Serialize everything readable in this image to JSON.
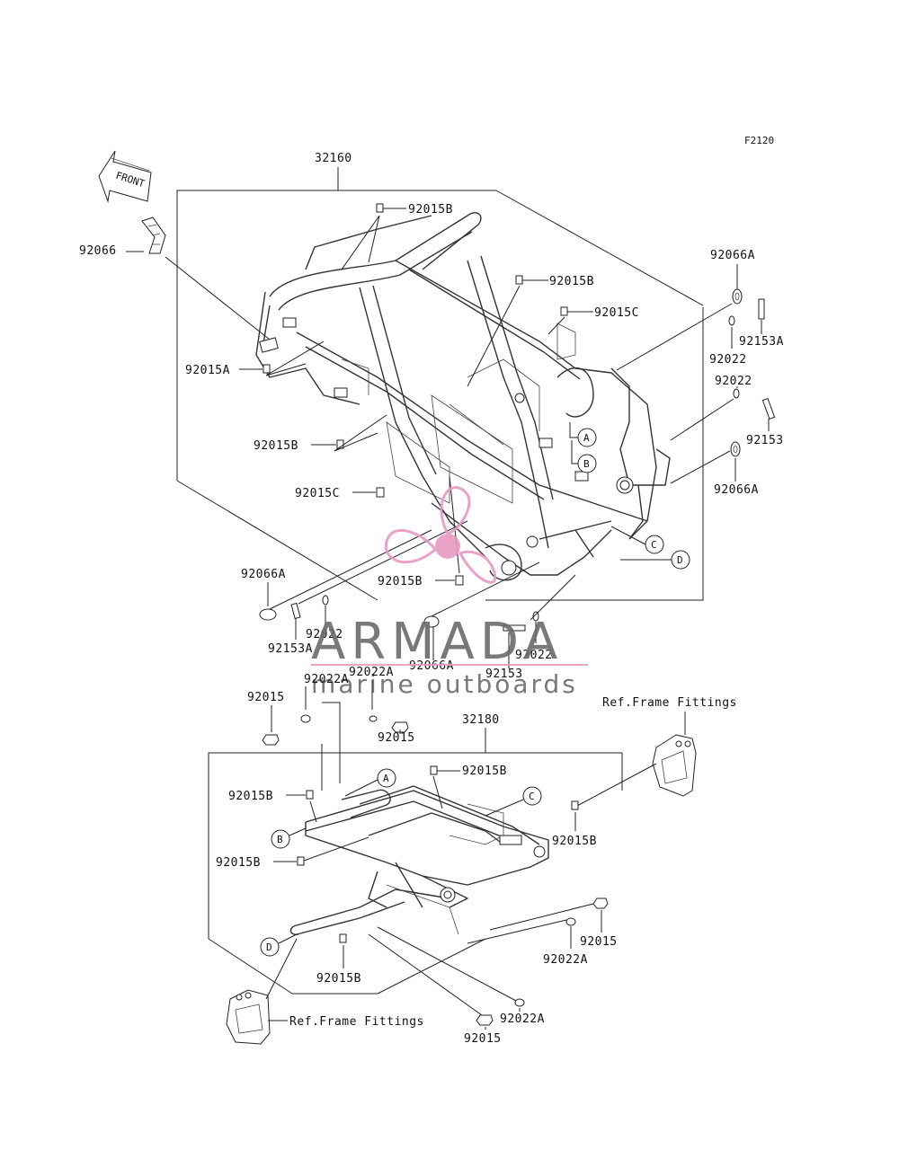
{
  "figure_code": "F2120",
  "front_arrow_label": "FRONT",
  "labels": {
    "main_frame": "32160",
    "sub_frame": "32180",
    "p92066": "92066",
    "p92066A": "92066A",
    "p92015": "92015",
    "p92015A": "92015A",
    "p92015B": "92015B",
    "p92015C": "92015C",
    "p92022": "92022",
    "p92022A": "92022A",
    "p92153": "92153",
    "p92153A": "92153A",
    "ref_frame_fittings": "Ref.Frame Fittings"
  },
  "callouts": {
    "a": "A",
    "b": "B",
    "c": "C",
    "d": "D"
  },
  "watermark": {
    "brand": "ARMADA",
    "tagline": "marine outboards",
    "color_pink": "#e79ac0",
    "color_gray": "#6b6b6b"
  }
}
